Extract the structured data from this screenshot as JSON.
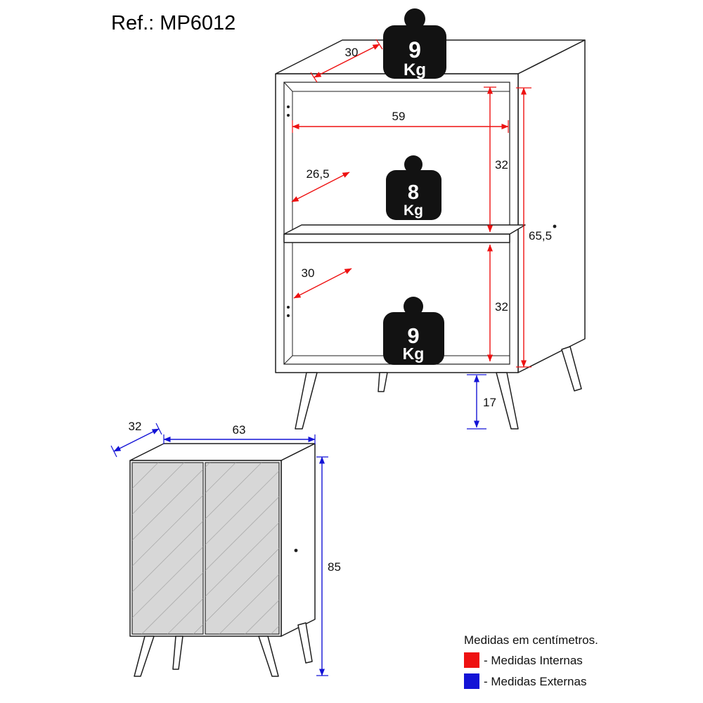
{
  "title": "Ref.: MP6012",
  "colors": {
    "internal": "#ee1111",
    "external": "#1313d6",
    "weight_badge": "#121212",
    "weight_text": "#ffffff",
    "mirror": "#d7d7d7"
  },
  "open_cabinet": {
    "weights": [
      {
        "value": "9",
        "unit": "Kg"
      },
      {
        "value": "8",
        "unit": "Kg"
      },
      {
        "value": "9",
        "unit": "Kg"
      }
    ],
    "internal_dimensions": {
      "top_depth": "30",
      "inner_width": "59",
      "upper_section_height": "32",
      "shelf_depth": "26,5",
      "inner_height": "65,5",
      "lower_depth": "30",
      "lower_section_height": "32"
    },
    "external_dimensions": {
      "leg_height": "17"
    }
  },
  "closed_cabinet": {
    "external_dimensions": {
      "depth": "32",
      "width": "63",
      "height": "85"
    }
  },
  "legend": {
    "note": "Medidas em centímetros.",
    "internal": "- Medidas Internas",
    "external": "- Medidas Externas"
  }
}
